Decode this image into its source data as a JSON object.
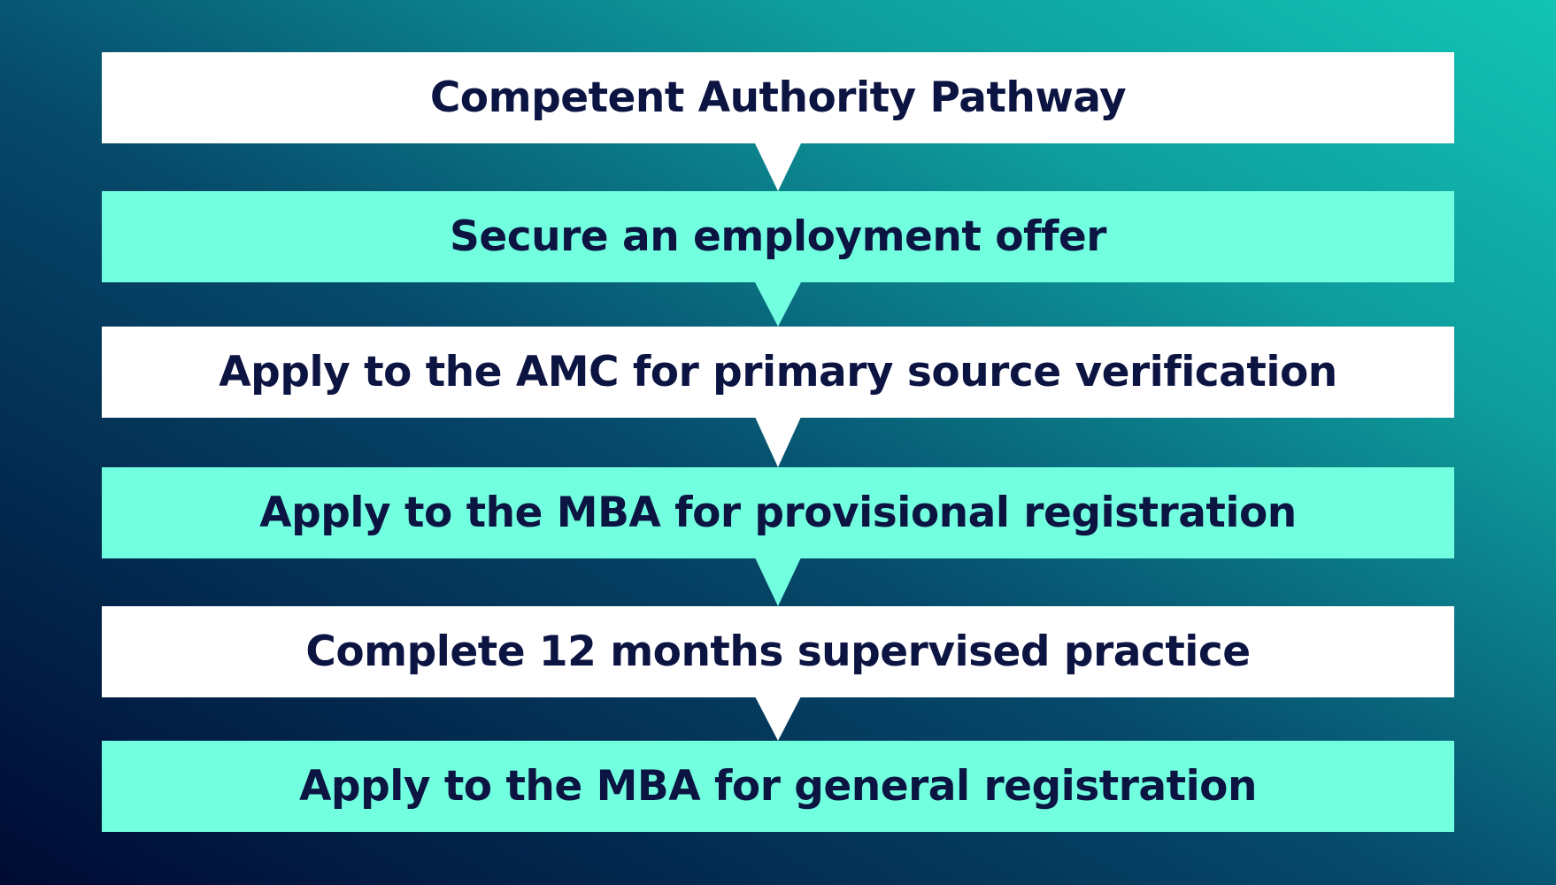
{
  "title": "Competent Authority Pathway",
  "steps": [
    "Secure an employment offer",
    "Apply to the AMC for primary source verification",
    "Apply to the MBA for provisional registration",
    "Complete 12 months supervised practice",
    "Apply to the MBA for general registration"
  ],
  "colors": {
    "white_box": "#ffffff",
    "accent_box": "#72ffe0",
    "text": "#0c1442"
  }
}
